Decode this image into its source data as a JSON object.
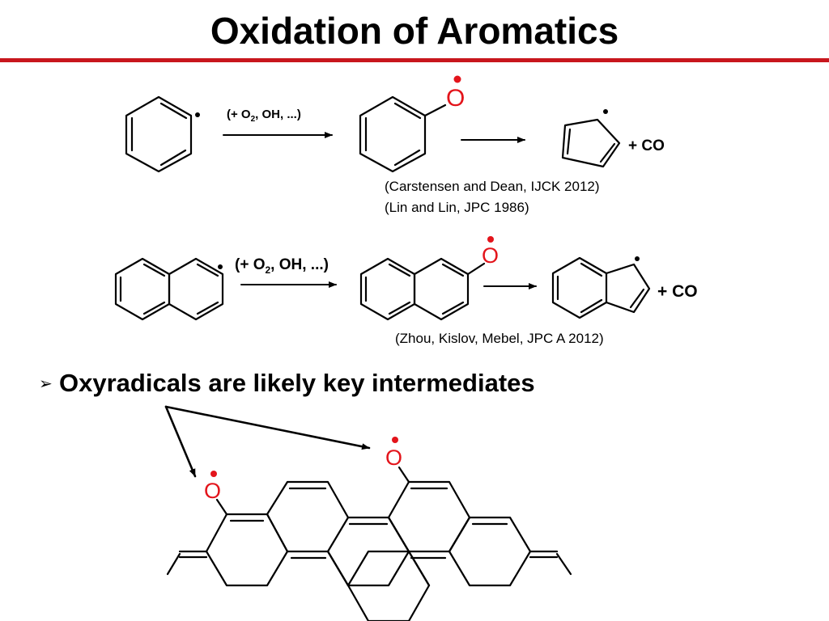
{
  "slide": {
    "title": "Oxidation of Aromatics",
    "accent_color": "#c8161d"
  },
  "reaction1": {
    "conditions_prefix": "(+ O",
    "conditions_sub": "2",
    "conditions_suffix": ", OH, ...)",
    "oxygen_label": "O",
    "co_product": "+ CO",
    "references": [
      "(Carstensen and Dean, IJCK 2012)",
      "(Lin and Lin, JPC 1986)"
    ]
  },
  "reaction2": {
    "conditions_prefix": "(+ O",
    "conditions_sub": "2",
    "conditions_suffix": ", OH, ...)",
    "oxygen_label": "O",
    "co_product": "+ CO",
    "reference": "(Zhou, Kislov, Mebel, JPC A 2012)"
  },
  "bullet": {
    "marker_icon": "arrowhead-bullet-icon",
    "marker": "➢",
    "text": "Oxyradicals are likely key intermediates"
  },
  "polycycle": {
    "oxygen_left": "O",
    "oxygen_right": "O"
  },
  "colors": {
    "oxygen": "#e3141b",
    "bonds": "#000000"
  }
}
